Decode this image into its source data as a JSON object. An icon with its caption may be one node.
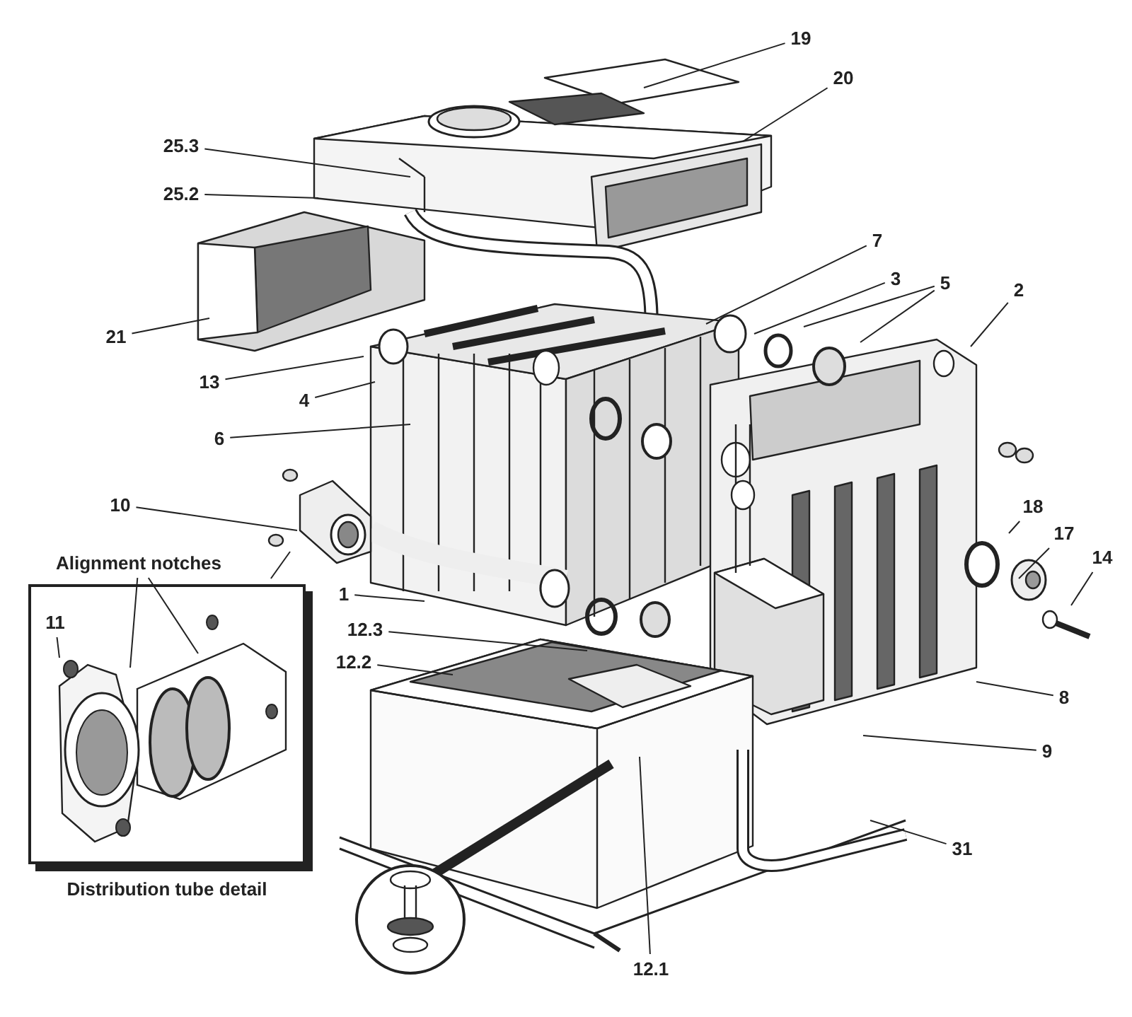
{
  "diagram": {
    "nodes": [
      {
        "text": [
          "19"
        ]
      },
      {
        "text": [
          "20"
        ]
      },
      {
        "text": [
          "25.3"
        ]
      },
      {
        "text": [
          "25.2"
        ]
      },
      {
        "text": [
          "7"
        ]
      },
      {
        "text": [
          "3"
        ]
      },
      {
        "text": [
          "5"
        ]
      },
      {
        "text": [
          "2"
        ]
      },
      {
        "text": [
          "21"
        ]
      },
      {
        "text": [
          "13"
        ]
      },
      {
        "text": [
          "4"
        ]
      },
      {
        "text": [
          "6"
        ]
      },
      {
        "text": [
          "10"
        ]
      },
      {
        "text": [
          "18"
        ]
      },
      {
        "text": [
          "17"
        ]
      },
      {
        "text": [
          "14"
        ]
      },
      {
        "text": [
          "Alignment notches"
        ]
      },
      {
        "text": [
          "Distribution tube detail"
        ]
      },
      {
        "text": [
          "11"
        ],
        "in": 17
      },
      {
        "text": [
          "1"
        ]
      },
      {
        "text": [
          "12.3"
        ]
      },
      {
        "text": [
          "12.2"
        ]
      },
      {
        "text": [
          "8"
        ]
      },
      {
        "text": [
          "9"
        ]
      },
      {
        "text": [
          "31"
        ]
      },
      {
        "text": [
          "12.1"
        ]
      }
    ],
    "edges": [
      {
        "from": 0,
        "to": null,
        "arrow": "none"
      },
      {
        "from": 1,
        "to": null,
        "arrow": "none"
      },
      {
        "from": 2,
        "to": null,
        "arrow": "none"
      },
      {
        "from": 3,
        "to": null,
        "arrow": "none"
      },
      {
        "from": 4,
        "to": null,
        "arrow": "none"
      },
      {
        "from": 5,
        "to": null,
        "arrow": "none"
      },
      {
        "from": 6,
        "to": null,
        "arrow": "none"
      },
      {
        "from": 6,
        "to": null,
        "arrow": "none"
      },
      {
        "from": 7,
        "to": null,
        "arrow": "none"
      },
      {
        "from": 8,
        "to": null,
        "arrow": "none"
      },
      {
        "from": 9,
        "to": null,
        "arrow": "none"
      },
      {
        "from": 10,
        "to": null,
        "arrow": "none"
      },
      {
        "from": 11,
        "to": null,
        "arrow": "none"
      },
      {
        "from": 12,
        "to": null,
        "arrow": "none"
      },
      {
        "from": 13,
        "to": null,
        "arrow": "none"
      },
      {
        "from": 14,
        "to": null,
        "arrow": "none"
      },
      {
        "from": 15,
        "to": null,
        "arrow": "none"
      },
      {
        "from": 16,
        "to": null,
        "arrow": "none"
      },
      {
        "from": 16,
        "to": null,
        "arrow": "none"
      },
      {
        "from": 18,
        "to": null,
        "arrow": "none"
      },
      {
        "from": 19,
        "to": null,
        "arrow": "none"
      },
      {
        "from": 20,
        "to": null,
        "arrow": "none"
      },
      {
        "from": 21,
        "to": null,
        "arrow": "none"
      },
      {
        "from": 22,
        "to": null,
        "arrow": "none"
      },
      {
        "from": 23,
        "to": null,
        "arrow": "none"
      },
      {
        "from": 24,
        "to": null,
        "arrow": "none"
      },
      {
        "from": 25,
        "to": null,
        "arrow": "none"
      },
      {
        "from": null,
        "to": 17,
        "arrow": "none"
      }
    ]
  }
}
